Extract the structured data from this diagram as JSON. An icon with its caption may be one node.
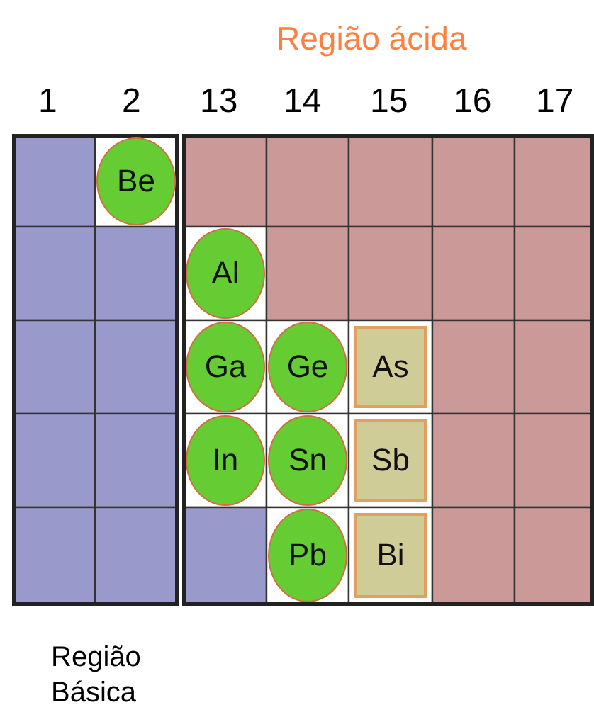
{
  "diagram": {
    "nodes": [
      {
        "text": [
          "Be"
        ]
      },
      {
        "text": [
          "Al"
        ]
      },
      {
        "text": [
          "Ga"
        ]
      },
      {
        "text": [
          "Ge"
        ]
      },
      {
        "text": [
          "As"
        ]
      },
      {
        "text": [
          "In"
        ]
      },
      {
        "text": [
          "Sn"
        ]
      },
      {
        "text": [
          "Sb"
        ]
      },
      {
        "text": [
          "Pb"
        ]
      },
      {
        "text": [
          "Bi"
        ]
      }
    ],
    "labels": [
      "Região ácida",
      "1",
      "2",
      "13",
      "14",
      "15",
      "16",
      "17",
      "Região Básica"
    ]
  }
}
